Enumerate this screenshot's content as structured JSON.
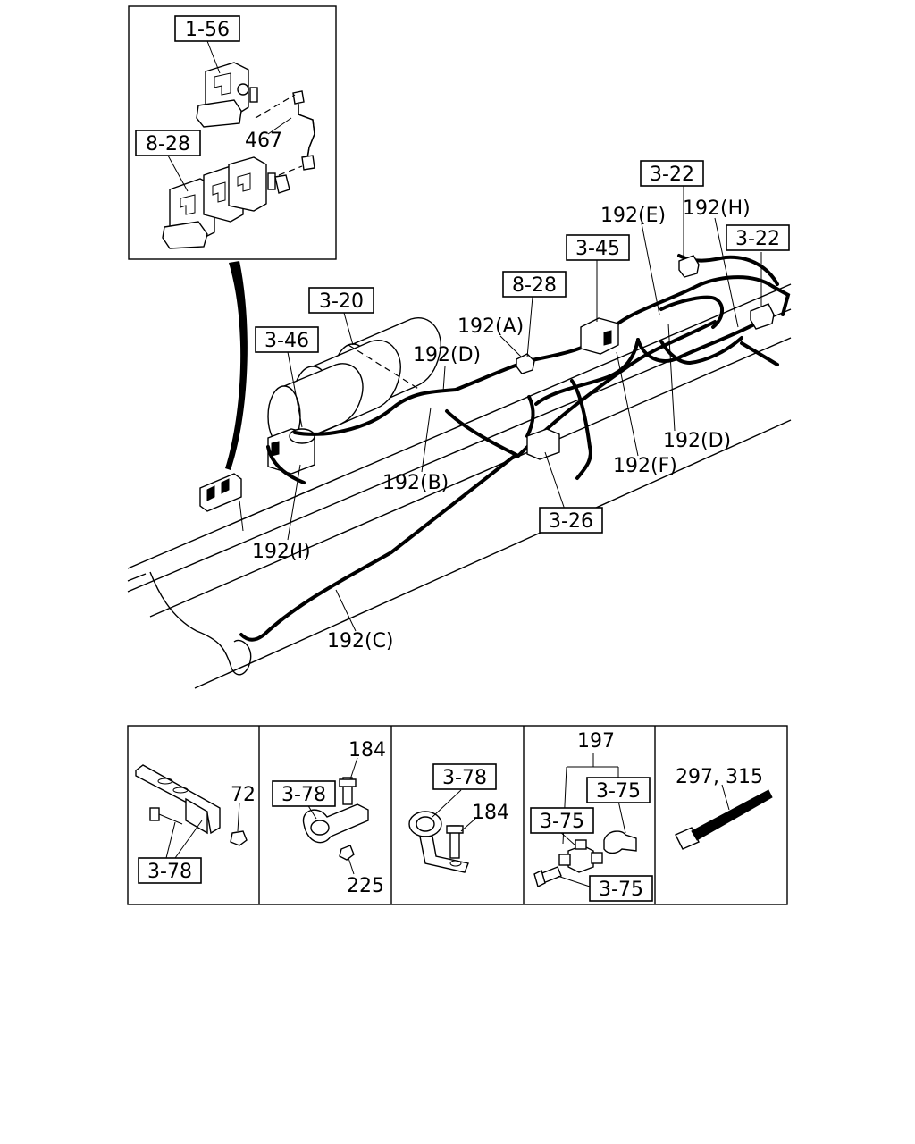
{
  "refs": {
    "r1_56": "1-56",
    "r8_28_inset": "8-28",
    "r3_22_a": "3-22",
    "r3_22_b": "3-22",
    "r3_45": "3-45",
    "r8_28": "8-28",
    "r3_20": "3-20",
    "r3_46": "3-46",
    "r3_26": "3-26",
    "r3_78_a": "3-78",
    "r3_78_b": "3-78",
    "r3_78_c": "3-78",
    "r3_75_a": "3-75",
    "r3_75_b": "3-75",
    "r3_75_c": "3-75"
  },
  "labels": {
    "p467": "467",
    "p192E": "192(E)",
    "p192H": "192(H)",
    "p192A": "192(A)",
    "p192D_top": "192(D)",
    "p192D_right": "192(D)",
    "p192B": "192(B)",
    "p192F": "192(F)",
    "p192I": "192(I)",
    "p192C": "192(C)",
    "p72": "72",
    "p184_a": "184",
    "p225": "225",
    "p184_b": "184",
    "p197": "197",
    "p297_315": "297, 315"
  }
}
